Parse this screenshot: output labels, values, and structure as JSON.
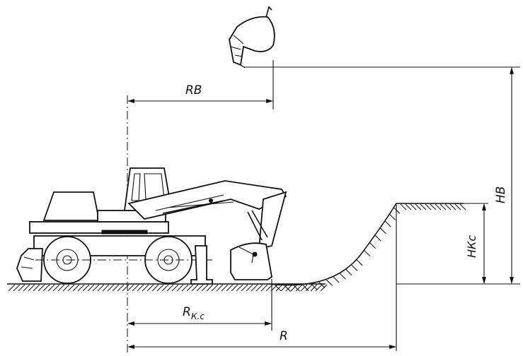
{
  "labels": {
    "reach_top": "RВ",
    "height_dump": "HВ",
    "height_cut": "HКс",
    "reach_ground_sub": "К.с",
    "reach_ground_main": "R",
    "reach_max": "R"
  }
}
